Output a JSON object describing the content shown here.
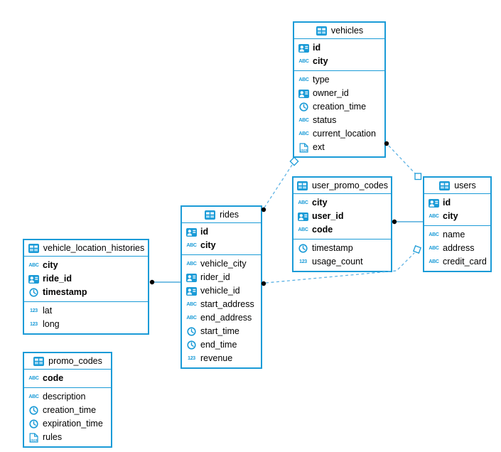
{
  "glyphs": {
    "abc": "ABC",
    "num": "123",
    "json": "JSON"
  },
  "colors": {
    "table_border": "#1b9bd7",
    "icon_blue": "#1b9bd7",
    "dashed_relation": "#5fb3e4",
    "solid_relation": "#2a9ad3",
    "endpoint_dot": "#000000",
    "text": "#000000",
    "background": "#ffffff"
  },
  "tables": [
    {
      "name": "vehicles",
      "columns": [
        {
          "name": "id",
          "type": "id",
          "pk": true
        },
        {
          "name": "city",
          "type": "string",
          "pk": true
        },
        {
          "name": "type",
          "type": "string",
          "pk": false
        },
        {
          "name": "owner_id",
          "type": "id",
          "pk": false
        },
        {
          "name": "creation_time",
          "type": "time",
          "pk": false
        },
        {
          "name": "status",
          "type": "string",
          "pk": false
        },
        {
          "name": "current_location",
          "type": "string",
          "pk": false
        },
        {
          "name": "ext",
          "type": "json",
          "pk": false
        }
      ]
    },
    {
      "name": "user_promo_codes",
      "columns": [
        {
          "name": "city",
          "type": "string",
          "pk": true
        },
        {
          "name": "user_id",
          "type": "id",
          "pk": true
        },
        {
          "name": "code",
          "type": "string",
          "pk": true
        },
        {
          "name": "timestamp",
          "type": "time",
          "pk": false
        },
        {
          "name": "usage_count",
          "type": "number",
          "pk": false
        }
      ]
    },
    {
      "name": "users",
      "columns": [
        {
          "name": "id",
          "type": "id",
          "pk": true
        },
        {
          "name": "city",
          "type": "string",
          "pk": true
        },
        {
          "name": "name",
          "type": "string",
          "pk": false
        },
        {
          "name": "address",
          "type": "string",
          "pk": false
        },
        {
          "name": "credit_card",
          "type": "string",
          "pk": false
        }
      ]
    },
    {
      "name": "rides",
      "columns": [
        {
          "name": "id",
          "type": "id",
          "pk": true
        },
        {
          "name": "city",
          "type": "string",
          "pk": true
        },
        {
          "name": "vehicle_city",
          "type": "string",
          "pk": false
        },
        {
          "name": "rider_id",
          "type": "id",
          "pk": false
        },
        {
          "name": "vehicle_id",
          "type": "id",
          "pk": false
        },
        {
          "name": "start_address",
          "type": "string",
          "pk": false
        },
        {
          "name": "end_address",
          "type": "string",
          "pk": false
        },
        {
          "name": "start_time",
          "type": "time",
          "pk": false
        },
        {
          "name": "end_time",
          "type": "time",
          "pk": false
        },
        {
          "name": "revenue",
          "type": "number",
          "pk": false
        }
      ]
    },
    {
      "name": "vehicle_location_histories",
      "columns": [
        {
          "name": "city",
          "type": "string",
          "pk": true
        },
        {
          "name": "ride_id",
          "type": "id",
          "pk": true
        },
        {
          "name": "timestamp",
          "type": "time",
          "pk": true
        },
        {
          "name": "lat",
          "type": "number",
          "pk": false
        },
        {
          "name": "long",
          "type": "number",
          "pk": false
        }
      ]
    },
    {
      "name": "promo_codes",
      "columns": [
        {
          "name": "code",
          "type": "string",
          "pk": true
        },
        {
          "name": "description",
          "type": "string",
          "pk": false
        },
        {
          "name": "creation_time",
          "type": "time",
          "pk": false
        },
        {
          "name": "expiration_time",
          "type": "time",
          "pk": false
        },
        {
          "name": "rules",
          "type": "json",
          "pk": false
        }
      ]
    }
  ],
  "relations": [
    {
      "dot_end": "vehicle_location_histories",
      "other_end": "rides",
      "style": "solid",
      "marker": "none"
    },
    {
      "dot_end": "user_promo_codes",
      "other_end": "users",
      "style": "solid",
      "marker": "none"
    },
    {
      "dot_end": "rides",
      "other_end": "vehicles",
      "style": "dashed",
      "marker": "open-diamond"
    },
    {
      "dot_end": "vehicles",
      "other_end": "users",
      "style": "dashed",
      "marker": "open-square"
    },
    {
      "dot_end": "rides",
      "other_end": "users",
      "style": "dashed",
      "marker": "open-square"
    }
  ]
}
